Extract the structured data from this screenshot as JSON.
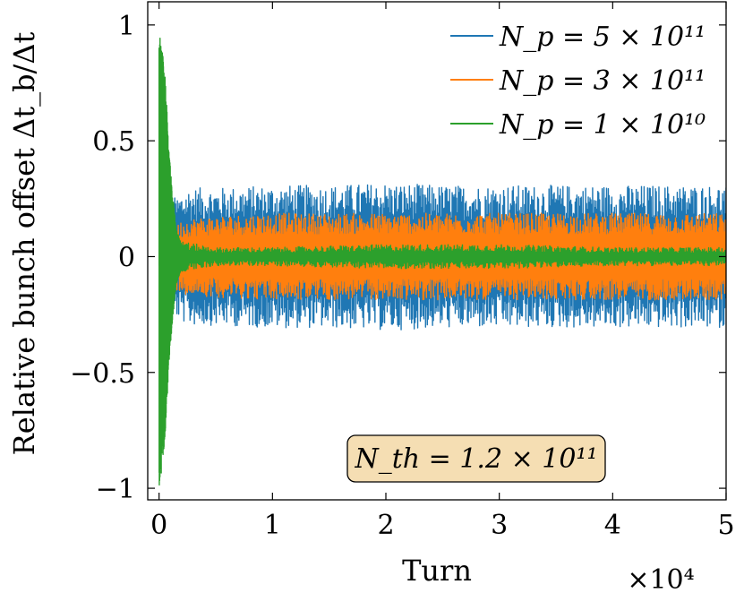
{
  "chart_data": {
    "type": "line",
    "xlabel": "Turn",
    "x_multiplier": "×10⁴",
    "ylabel": "Relative bunch offset Δt_b/Δt",
    "xlim": [
      -0.1,
      5
    ],
    "ylim": [
      -1.05,
      1.1
    ],
    "x_ticks": [
      "0",
      "1",
      "2",
      "3",
      "4",
      "5"
    ],
    "y_ticks": [
      "−1",
      "−0.5",
      "0",
      "0.5",
      "1"
    ],
    "grid": false,
    "legend_position": "top-right",
    "annotation": "N_th = 1.2 × 10¹¹",
    "annotation_fill": "#f5deb3",
    "series": [
      {
        "name": "N_p = 5 × 10¹¹",
        "color": "#1f77b4",
        "x": [
          0,
          0.1,
          0.25,
          0.5,
          1,
          1.5,
          2,
          2.5,
          3,
          3.5,
          4,
          4.5,
          5
        ],
        "amplitude": [
          0.05,
          0.22,
          0.27,
          0.27,
          0.28,
          0.28,
          0.29,
          0.28,
          0.28,
          0.28,
          0.28,
          0.28,
          0.28
        ]
      },
      {
        "name": "N_p = 3 × 10¹¹",
        "color": "#ff7f0e",
        "x": [
          0,
          0.1,
          0.25,
          0.5,
          1,
          1.5,
          2,
          2.5,
          3,
          3.5,
          4,
          4.5,
          5
        ],
        "amplitude": [
          0.05,
          0.12,
          0.15,
          0.16,
          0.17,
          0.17,
          0.17,
          0.17,
          0.17,
          0.17,
          0.17,
          0.17,
          0.17
        ]
      },
      {
        "name": "N_p = 1 × 10¹⁰",
        "color": "#2ca02c",
        "x": [
          0,
          0.02,
          0.05,
          0.1,
          0.15,
          0.2,
          0.5,
          1,
          2,
          3,
          4,
          5
        ],
        "amplitude": [
          1.0,
          0.94,
          0.8,
          0.38,
          0.12,
          0.05,
          0.03,
          0.03,
          0.04,
          0.04,
          0.03,
          0.03
        ]
      }
    ]
  }
}
